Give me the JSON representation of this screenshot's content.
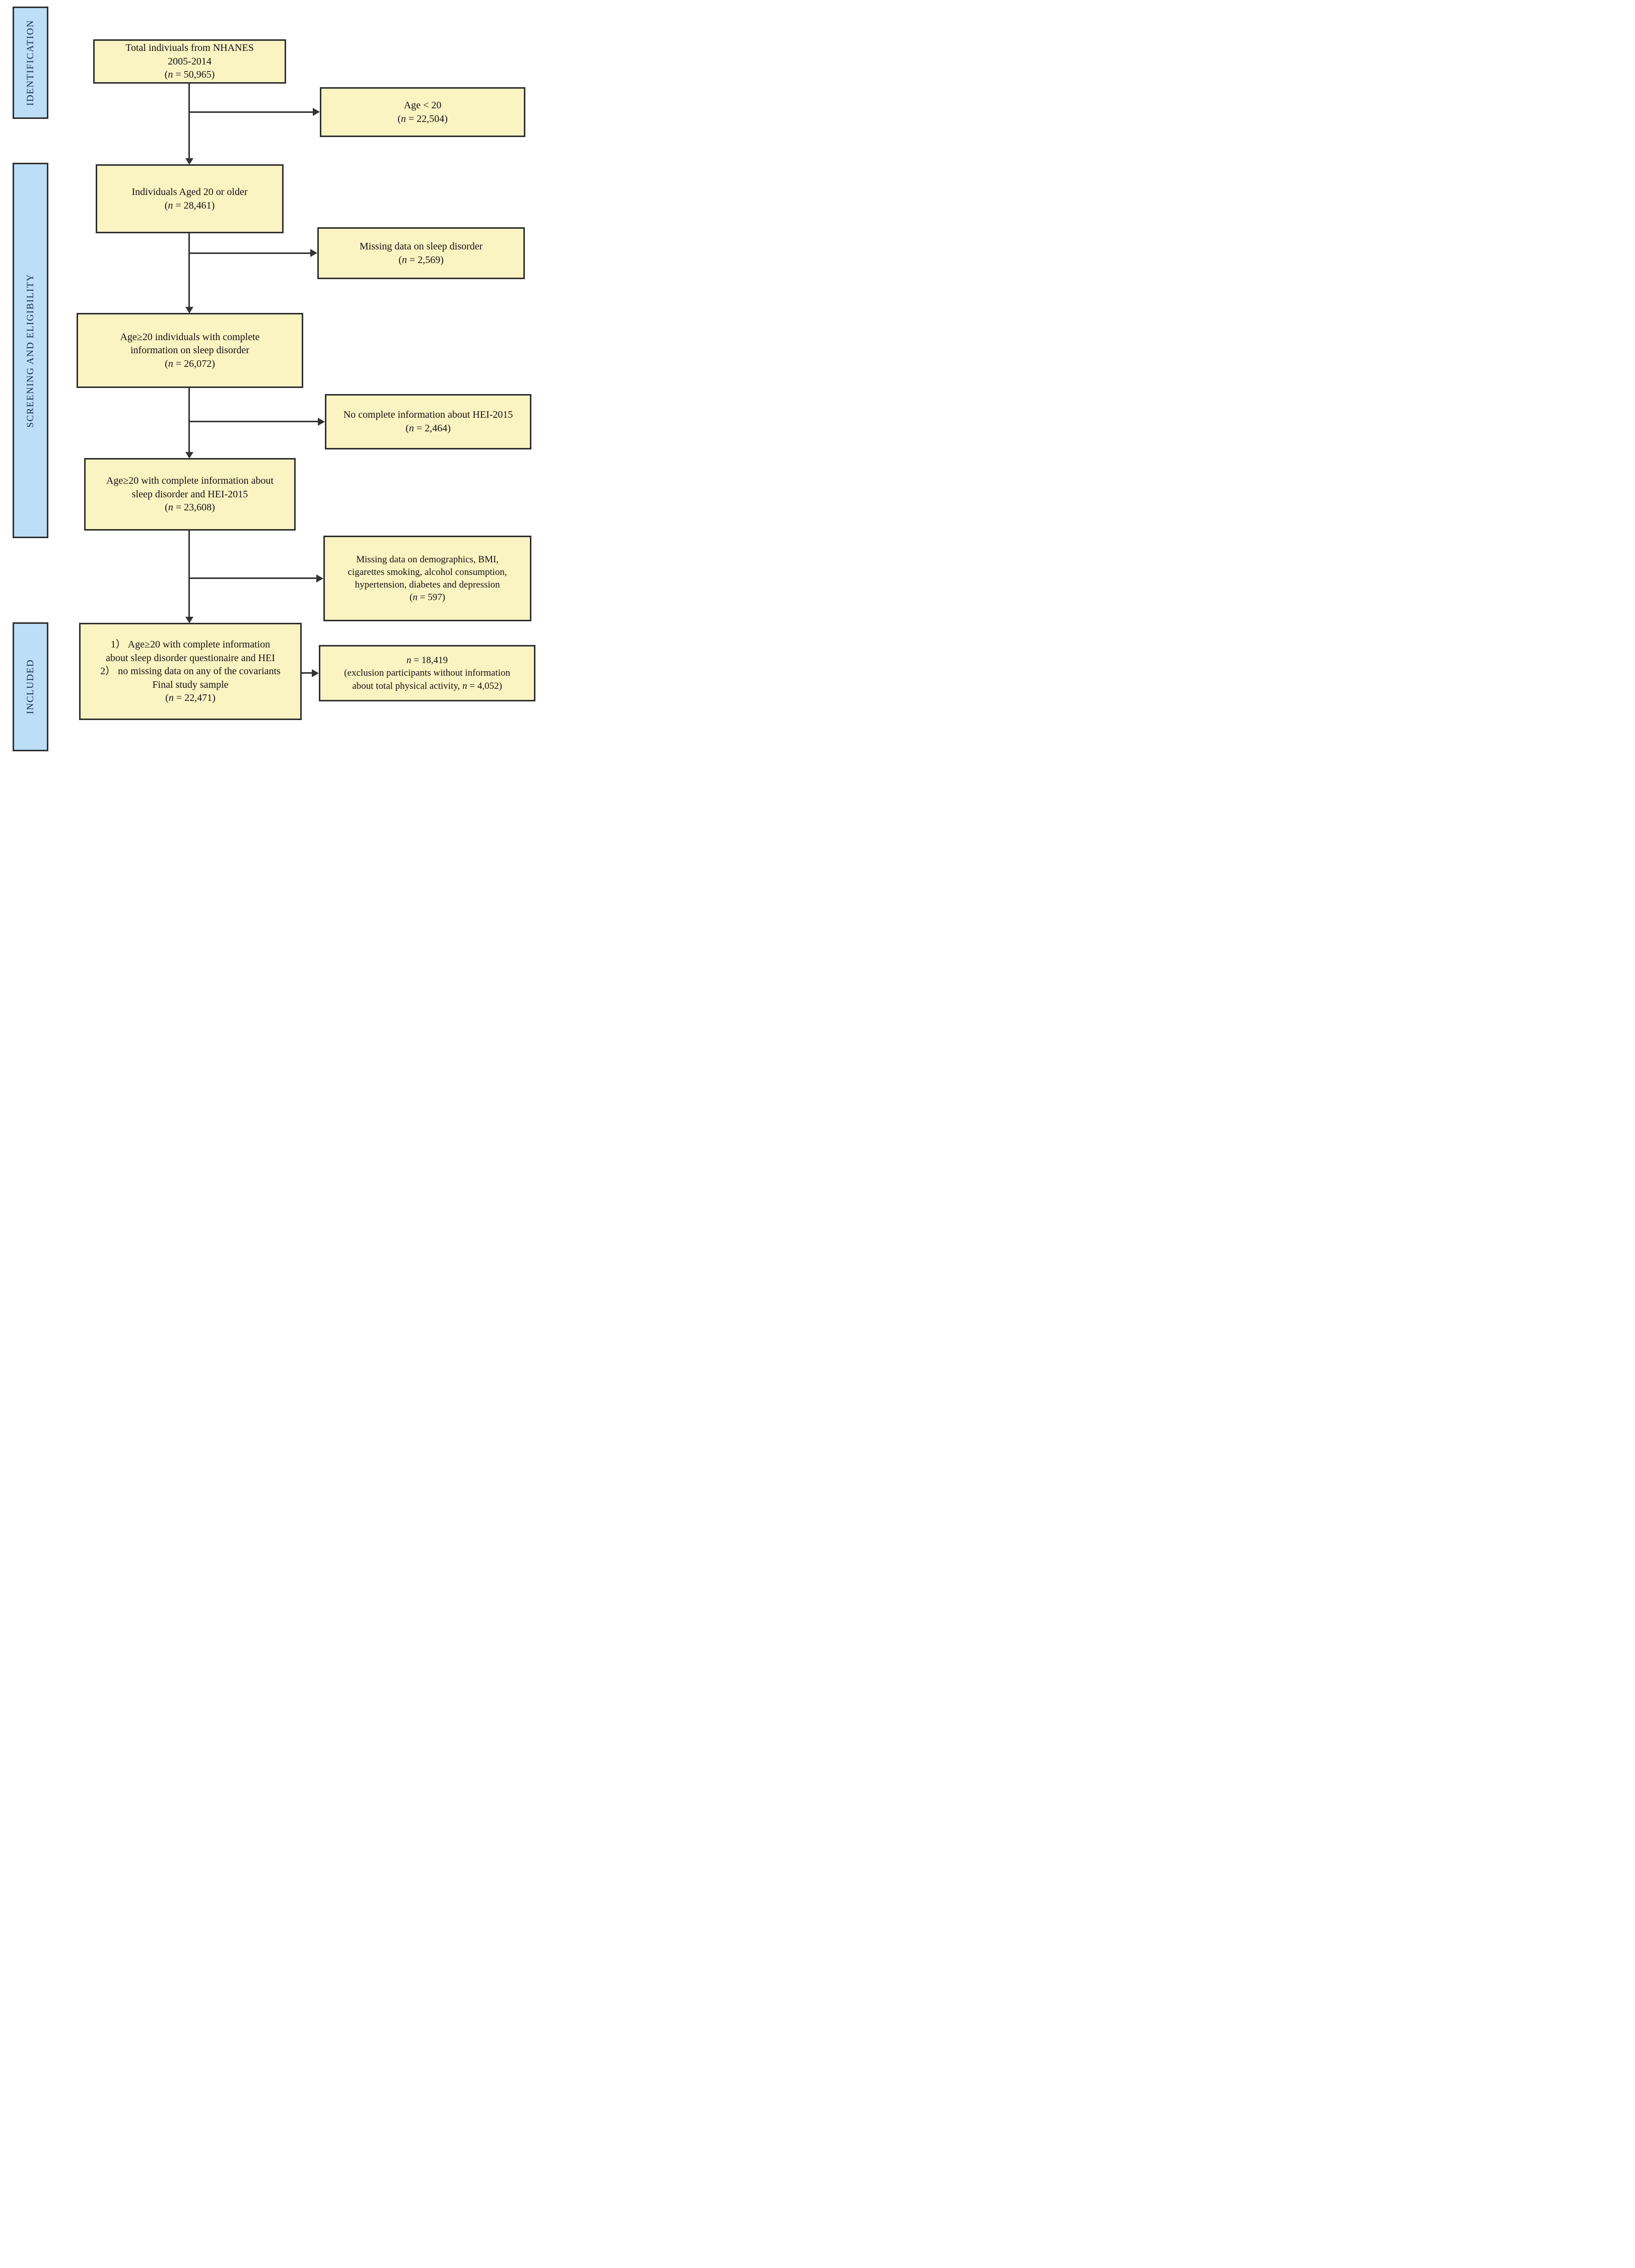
{
  "palette": {
    "flow_box_fill": "#FAF4C3",
    "flow_box_border": "#2F2F2F",
    "stage_fill": "#BCDEF7",
    "stage_text": "#17294D",
    "connector": "#333333",
    "text": "#111111",
    "background": "#FFFFFF"
  },
  "stages": {
    "identification": {
      "label": "IDENTIFICATION"
    },
    "screening": {
      "label": "SCREENING AND ELIGIBILITY"
    },
    "included": {
      "label": "INCLUDED"
    }
  },
  "boxes": {
    "total": {
      "lines": [
        "Total indiviuals from NHANES",
        "2005-2014",
        "(n = 50,965)"
      ]
    },
    "aged20": {
      "lines": [
        "Individuals Aged 20 or older",
        "(n = 28,461)"
      ]
    },
    "sleep_complete": {
      "lines": [
        "Age≥20 individuals with complete",
        "information on sleep disorder",
        "(n = 26,072)"
      ]
    },
    "sleep_hei": {
      "lines": [
        "Age≥20 with complete information about",
        "sleep disorder and HEI-2015",
        "(n = 23,608)"
      ]
    },
    "final": {
      "lines": [
        "1）  Age≥20 with complete information",
        "about sleep disorder questionaire and HEI",
        "2）  no missing data on any of the covariants",
        "Final study sample",
        "(n = 22,471)"
      ]
    },
    "excl_age": {
      "lines": [
        "Age < 20",
        "(n = 22,504)"
      ]
    },
    "excl_sleep": {
      "lines": [
        "Missing data on sleep disorder",
        "(n = 2,569)"
      ]
    },
    "excl_hei": {
      "lines": [
        "No complete information about HEI-2015",
        "(n = 2,464)"
      ]
    },
    "excl_covariates": {
      "lines": [
        "Missing data on demographics, BMI,",
        "cigarettes smoking, alcohol consumption,",
        "hypertension, diabetes and depression",
        "(n = 597)"
      ]
    },
    "excl_physical": {
      "lines": [
        "n = 18,419",
        "(exclusion participants without information",
        "about total physical activity, n = 4,052)"
      ]
    }
  }
}
